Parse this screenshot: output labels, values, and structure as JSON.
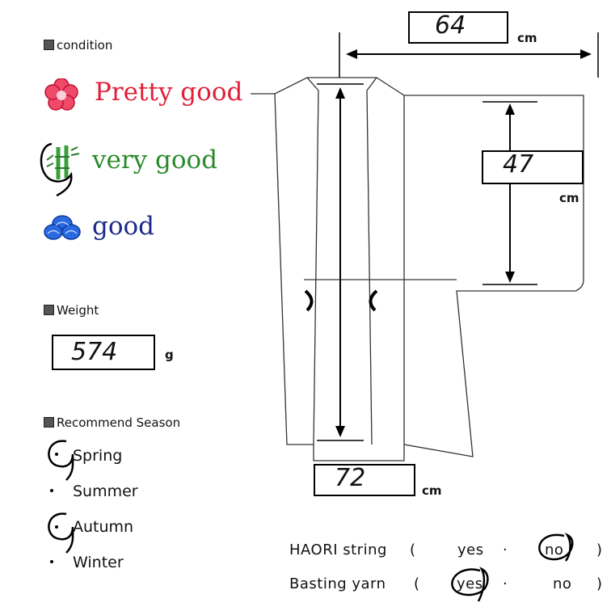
{
  "condition": {
    "label": "condition",
    "levels": [
      {
        "text": "Pretty good",
        "color": "#e0203a",
        "icon": "plum-blossom-icon"
      },
      {
        "text": "very good",
        "color": "#2a8a2a",
        "icon": "bamboo-icon",
        "selected": true
      },
      {
        "text": "good",
        "color": "#1b2a8a",
        "icon": "pine-icon"
      }
    ]
  },
  "weight": {
    "label": "Weight",
    "value": "574",
    "unit": "g"
  },
  "season": {
    "label": "Recommend Season",
    "items": [
      {
        "text": "Spring",
        "selected": true
      },
      {
        "text": "Summer",
        "selected": false
      },
      {
        "text": "Autumn",
        "selected": true
      },
      {
        "text": "Winter",
        "selected": false
      }
    ]
  },
  "measurements": {
    "width": {
      "value": "64",
      "unit": "cm"
    },
    "sleeve": {
      "value": "47",
      "unit": "cm"
    },
    "length": {
      "value": "72",
      "unit": "cm"
    }
  },
  "options": {
    "haori_string": {
      "label": "HAORI string",
      "yes": "yes",
      "no": "no",
      "selected": "no"
    },
    "basting_yarn": {
      "label": "Basting yarn",
      "yes": "yes",
      "no": "no",
      "selected": "yes"
    }
  }
}
